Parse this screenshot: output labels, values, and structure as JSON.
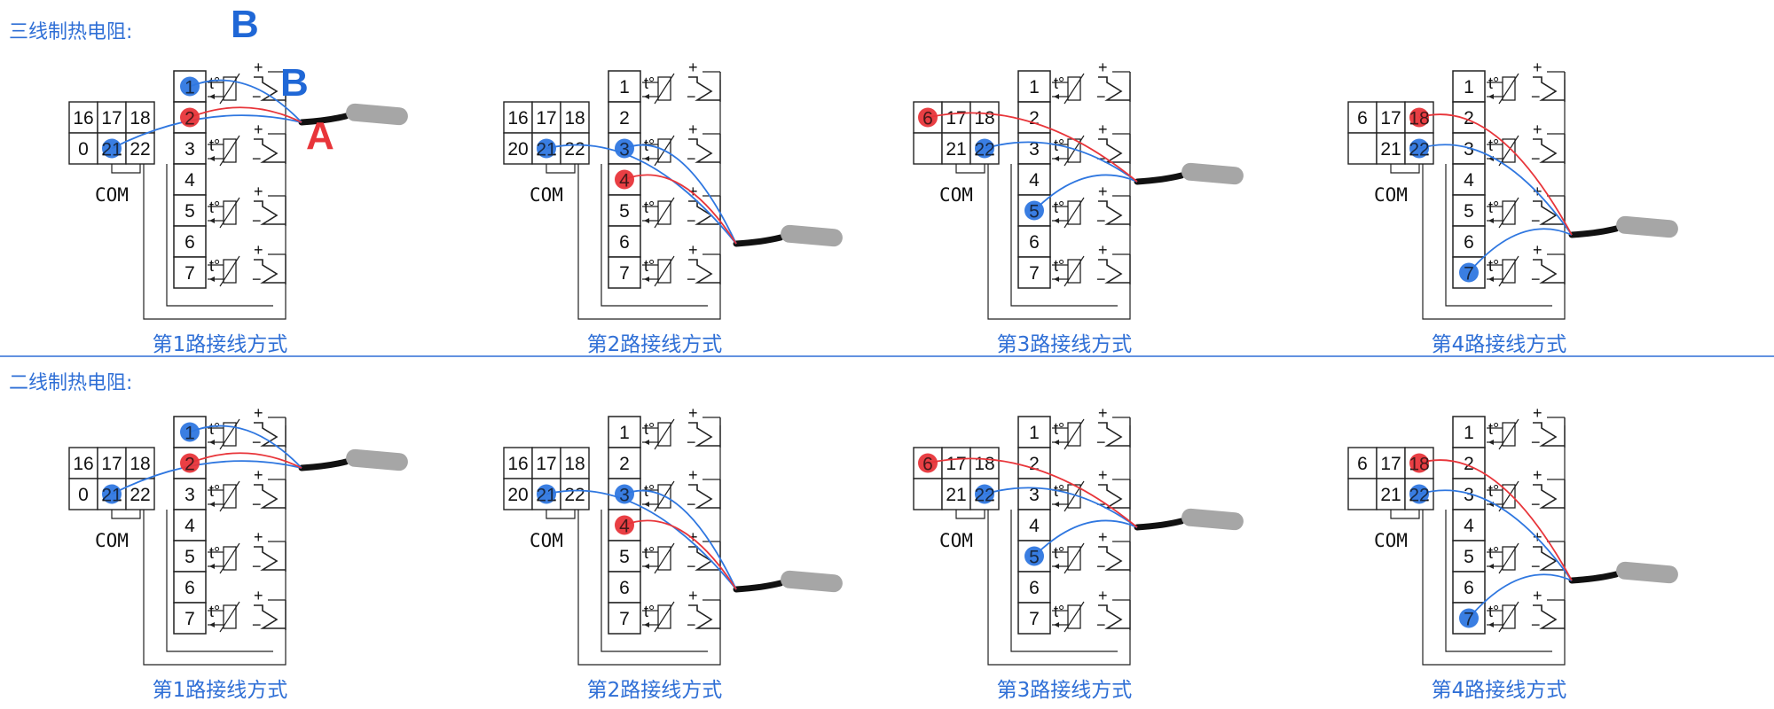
{
  "sections": [
    {
      "title": "三线制热电阻:",
      "panels": [
        {
          "caption": "第1路接线方式",
          "left": [
            "16",
            "17",
            "18",
            "0",
            "21",
            "22"
          ],
          "com": "COM",
          "blue": [
            1,
            "21"
          ],
          "red": [
            2
          ],
          "labels": [
            "B",
            "B",
            "A"
          ]
        },
        {
          "caption": "第2路接线方式",
          "left": [
            "16",
            "17",
            "18",
            "20",
            "21",
            "22"
          ],
          "com": "COM",
          "blue": [
            3,
            "21"
          ],
          "red": [
            4
          ]
        },
        {
          "caption": "第3路接线方式",
          "left": [
            "6",
            "17",
            "18",
            "",
            "21",
            "22"
          ],
          "com": "COM",
          "blue": [
            5,
            "22"
          ],
          "red": [
            6
          ]
        },
        {
          "caption": "第4路接线方式",
          "left": [
            "6",
            "17",
            "18",
            "",
            "21",
            "22"
          ],
          "com": "COM",
          "blue": [
            7,
            "22"
          ],
          "red": [
            "18"
          ]
        }
      ]
    },
    {
      "title": "二线制热电阻:",
      "panels": [
        {
          "caption": "第1路接线方式",
          "left": [
            "16",
            "17",
            "18",
            "0",
            "21",
            "22"
          ],
          "com": "COM",
          "blue": [
            1,
            "21"
          ],
          "red": [
            2
          ]
        },
        {
          "caption": "第2路接线方式",
          "left": [
            "16",
            "17",
            "18",
            "20",
            "21",
            "22"
          ],
          "com": "COM",
          "blue": [
            3,
            "21"
          ],
          "red": [
            4
          ]
        },
        {
          "caption": "第3路接线方式",
          "left": [
            "6",
            "17",
            "18",
            "",
            "21",
            "22"
          ],
          "com": "COM",
          "blue": [
            5,
            "22"
          ],
          "red": [
            6
          ]
        },
        {
          "caption": "第4路接线方式",
          "left": [
            "6",
            "17",
            "18",
            "",
            "21",
            "22"
          ],
          "com": "COM",
          "blue": [
            7,
            "22"
          ],
          "red": [
            "18"
          ]
        }
      ]
    }
  ],
  "terminals": [
    "1",
    "2",
    "3",
    "4",
    "5",
    "6",
    "7"
  ],
  "relay_symbols": {
    "plus": "+",
    "minus": "−",
    "thermo": "t°"
  },
  "colors": {
    "title": "#2f6fd6",
    "wire_blue": "#2f77e0",
    "wire_red": "#e8353a",
    "dot_blue": "#2f77e0",
    "dot_red": "#e8353a",
    "cable": "#111111",
    "probe": "#a6a6a6",
    "line": "#222222",
    "divider": "#2f6fd6",
    "label_blue": "#1f67d6",
    "label_red": "#e8353a"
  }
}
